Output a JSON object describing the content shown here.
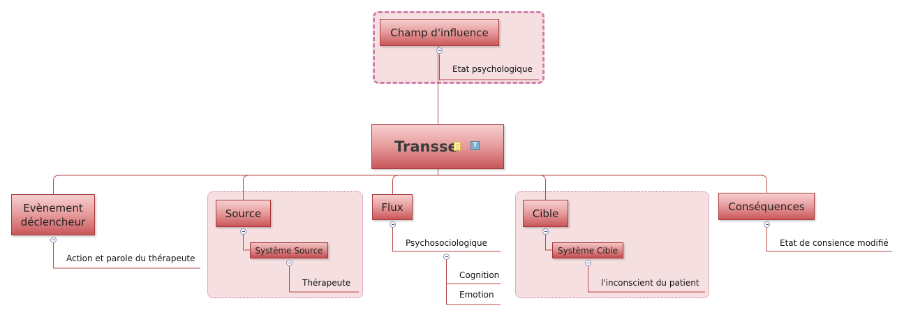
{
  "central": {
    "label": "Transse"
  },
  "top_topic": {
    "label": "Champ d'influence",
    "children": [
      "Etat psychologique"
    ]
  },
  "topics": {
    "evenement": {
      "label_line1": "Evènement",
      "label_line2": "déclencheur",
      "children": [
        "Action et parole du thérapeute"
      ]
    },
    "source": {
      "label": "Source",
      "subtopic": "Système Source",
      "subchildren": [
        "Thérapeute"
      ]
    },
    "flux": {
      "label": "Flux",
      "children": [
        "Psychosociologique"
      ],
      "grandchildren": [
        "Cognition",
        "Emotion"
      ]
    },
    "cible": {
      "label": "Cible",
      "subtopic": "Système Cible",
      "subchildren": [
        "l'inconscient du patient"
      ]
    },
    "consequences": {
      "label": "Conséquences",
      "children": [
        "Etat de consience modifié"
      ]
    }
  },
  "icons": [
    "note-icon",
    "text-icon",
    "collapse-toggle-icon"
  ],
  "colors": {
    "line": "#b5484a",
    "node_dark": "#c9575a",
    "node_light": "#f7cfcf",
    "boundary_fill": "#f6dfe0",
    "boundary_border": "#cf7fae"
  }
}
